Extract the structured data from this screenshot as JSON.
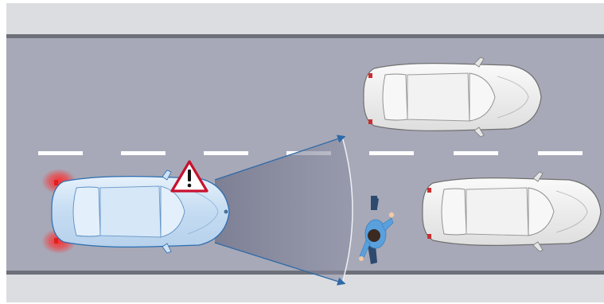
{
  "scene": {
    "kind": "pedestrian-detection-illustration",
    "colors": {
      "sidewalk": "#dcdde1",
      "curb": "#6e7079",
      "road": "#a7a9b8",
      "lane_marking": "#ffffff",
      "ego_car_body": "#cfe2f5",
      "ego_car_outline": "#2a6db0",
      "parked_car_body": "#f1f1f1",
      "parked_car_outline": "#707070",
      "brake_light_glow": "#ff2a2a",
      "sensor_cone": "#7d7f95",
      "sensor_rays": "#2e6aa8",
      "warning_triangle_border": "#c8102e",
      "pedestrian_shirt": "#5aa0dc",
      "pedestrian_trousers": "#2d4a6e"
    },
    "icons": {
      "warning": "warning-triangle-icon",
      "pedestrian": "pedestrian-icon"
    },
    "lane_dashes": 7,
    "parked_cars": 2
  }
}
